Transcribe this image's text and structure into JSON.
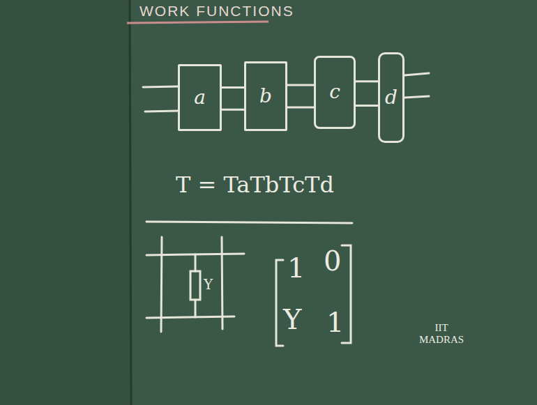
{
  "diagram": {
    "title": "WORK FUNCTIONS",
    "nodes": [
      {
        "text": [
          "a"
        ]
      },
      {
        "text": [
          "b"
        ]
      },
      {
        "text": [
          "c"
        ]
      },
      {
        "text": [
          "d"
        ]
      }
    ],
    "edges": [
      {
        "from": 0,
        "to": 1,
        "arrow": "none"
      },
      {
        "from": 1,
        "to": 2,
        "arrow": "none"
      },
      {
        "from": 2,
        "to": 3,
        "arrow": "none"
      }
    ],
    "labels": [
      "T = TaTbTcTd",
      "Y",
      "1",
      "0",
      "Y",
      "1",
      "IIT MADRAS"
    ]
  }
}
